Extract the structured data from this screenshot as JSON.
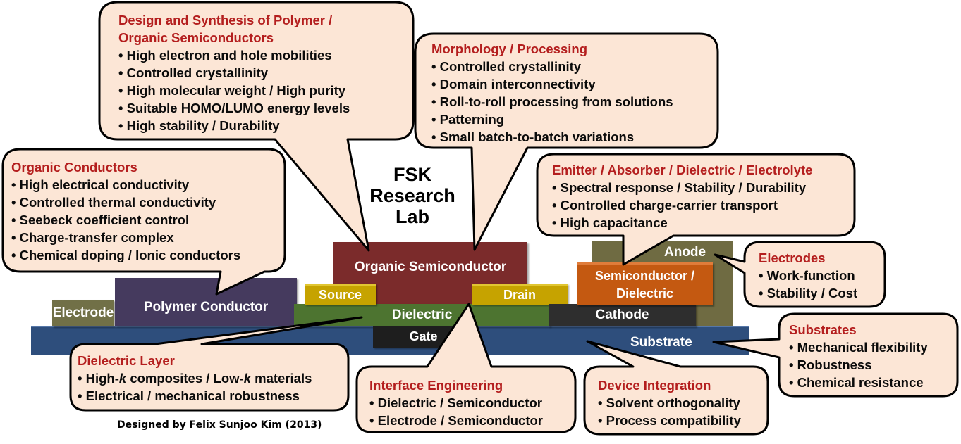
{
  "lab_title": [
    "FSK",
    "Research",
    "Lab"
  ],
  "device_layers": {
    "substrate": "Substrate",
    "electrode": "Electrode",
    "polymer_conductor": "Polymer Conductor",
    "gate": "Gate",
    "dielectric": "Dielectric",
    "source": "Source",
    "drain": "Drain",
    "organic_semiconductor": "Organic Semiconductor",
    "cathode": "Cathode",
    "anode": "Anode",
    "semiconductor_dielectric": [
      "Semiconductor /",
      "Dielectric"
    ]
  },
  "callouts": {
    "design": {
      "title": [
        "Design and Synthesis of Polymer /",
        "Organic Semiconductors"
      ],
      "items": [
        "High electron and hole mobilities",
        "Controlled crystallinity",
        "High molecular weight / High purity",
        "Suitable HOMO/LUMO  energy levels",
        "High stability / Durability"
      ]
    },
    "morphology": {
      "title": "Morphology / Processing",
      "items": [
        "Controlled crystallinity",
        "Domain interconnectivity",
        "Roll-to-roll processing from solutions",
        "Patterning",
        "Small batch-to-batch variations"
      ]
    },
    "conductors": {
      "title": "Organic Conductors",
      "items": [
        "High electrical conductivity",
        "Controlled thermal conductivity",
        "Seebeck coefficient control",
        "Charge-transfer complex",
        "Chemical doping /  Ionic conductors"
      ]
    },
    "emitter": {
      "title": "Emitter / Absorber / Dielectric / Electrolyte",
      "items": [
        "Spectral response / Stability / Durability",
        "Controlled charge-carrier transport",
        "High capacitance"
      ]
    },
    "electrodes": {
      "title": "Electrodes",
      "items": [
        "Work-function",
        "Stability / Cost"
      ]
    },
    "substrates": {
      "title": "Substrates",
      "items": [
        "Mechanical flexibility",
        "Robustness",
        "Chemical resistance"
      ]
    },
    "dielectric_layer": {
      "title": "Dielectric Layer",
      "item1_parts": [
        "High-",
        "k",
        " composites / Low-",
        "k",
        " materials"
      ],
      "item2": "Electrical / mechanical robustness"
    },
    "interface": {
      "title": "Interface Engineering",
      "items": [
        "Dielectric / Semiconductor",
        "Electrode / Semiconductor"
      ]
    },
    "integration": {
      "title": "Device Integration",
      "items": [
        "Solvent orthogonality",
        "Process compatibility"
      ]
    }
  },
  "footer": "Designed by Felix Sunjoo Kim (2013)",
  "colors": {
    "callout_fill": "#fce6d6",
    "callout_border": "#000000",
    "title_red": "#b41e1e",
    "substrate": "#2e4e7c",
    "organic_semiconductor": "#7b2b2b",
    "polymer_conductor": "#453a5e",
    "dielectric": "#4d7430",
    "source_drain": "#c6a300",
    "semiconductor_dielectric": "#c45911",
    "anode": "#6f6b42",
    "electrode": "#717047",
    "cathode_gate": "#1e1e1e"
  }
}
